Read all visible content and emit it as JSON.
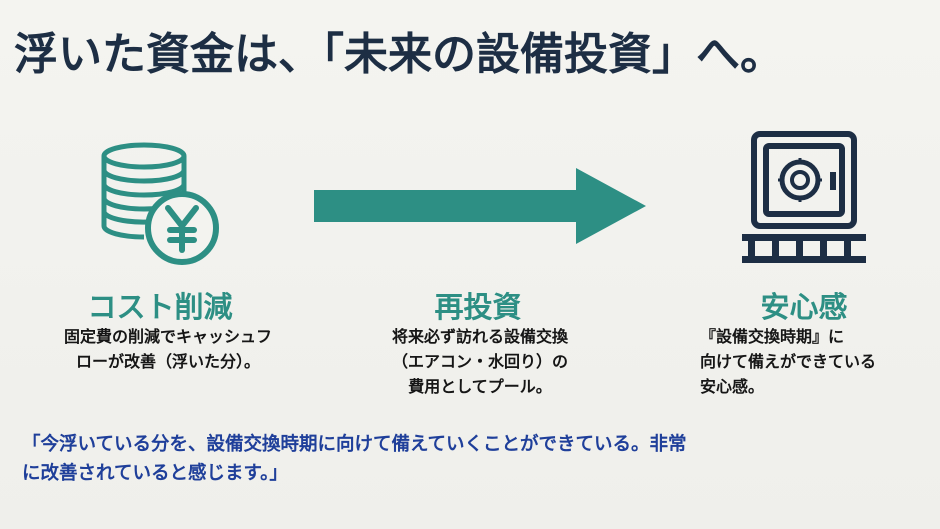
{
  "title": "浮いた資金は、「未来の設備投資」へ。",
  "icons": {
    "coin": "yen-coin-stack-icon",
    "arrow": "right-arrow-icon",
    "safe": "safe-icon"
  },
  "colors": {
    "title": "#1d2e44",
    "accent": "#2d8f84",
    "body": "#161616",
    "quote": "#1f3f9a"
  },
  "columns": [
    {
      "heading": "コスト削減",
      "lines": [
        "固定費の削減でキャッシュフ",
        "ローが改善（浮いた分）。"
      ]
    },
    {
      "heading": "再投資",
      "lines": [
        "将来必ず訪れる設備交換",
        "（エアコン・水回り）の",
        "費用としてプール。"
      ]
    },
    {
      "heading": "安心感",
      "lines": [
        "『設備交換時期』に",
        "向けて備えができている",
        "安心感。"
      ]
    }
  ],
  "quote": {
    "lines": [
      "「今浮いている分を、設備交換時期に向けて備えていくことができている。非常",
      "に改善されていると感じます。」"
    ]
  }
}
